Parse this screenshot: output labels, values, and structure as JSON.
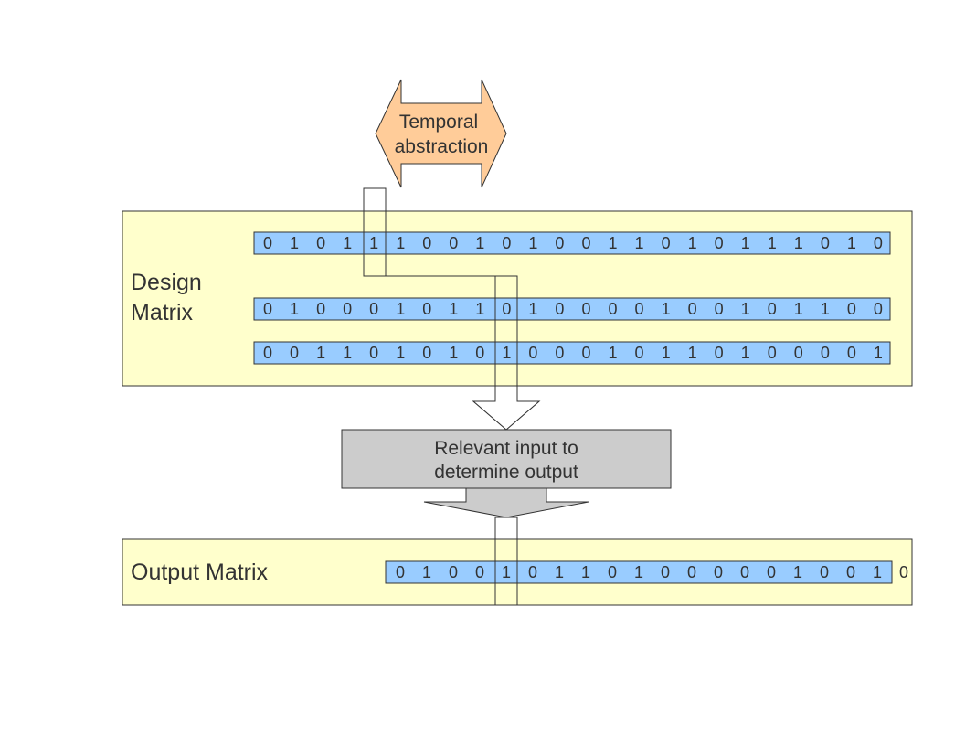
{
  "temporal_label": [
    "Temporal",
    "abstraction"
  ],
  "design_matrix": {
    "label": [
      "Design",
      "Matrix"
    ],
    "rows": [
      "010111001010011010111010",
      "010001011010000100101100",
      "001101010100010110100001"
    ]
  },
  "relevant_label": [
    "Relevant input to",
    "determine output"
  ],
  "output_matrix": {
    "label": "Output Matrix",
    "row": "0100101101000001001 0"
  },
  "colors": {
    "panel_fill": "#ffffcc",
    "row_fill": "#99ccff",
    "temporal_fill": "#ffcc99",
    "relevant_fill": "#cccccc",
    "stroke": "#333333"
  }
}
